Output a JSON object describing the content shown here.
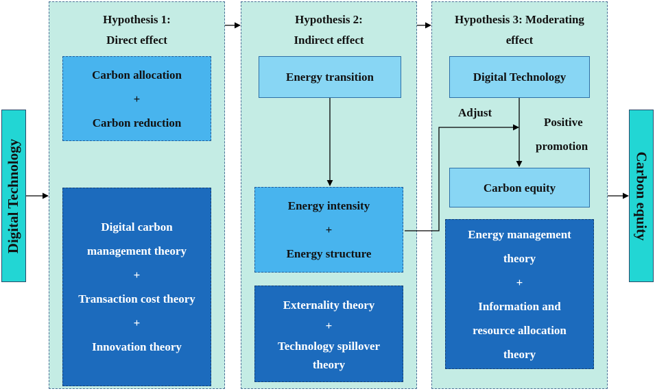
{
  "left_box": {
    "label": "Digital Technology"
  },
  "right_box": {
    "label": "Carbon equity"
  },
  "hypothesis1": {
    "title_line1": "Hypothesis 1:",
    "title_line2": "Direct effect",
    "box_top": {
      "line1": "Carbon allocation",
      "plus": "+",
      "line2": "Carbon reduction"
    },
    "box_theory": {
      "line1": "Digital carbon",
      "line2": "management theory",
      "plus1": "+",
      "line3": "Transaction cost theory",
      "plus2": "+",
      "line4": "Innovation theory"
    }
  },
  "hypothesis2": {
    "title_line1": "Hypothesis 2:",
    "title_line2": "Indirect effect",
    "box_top": {
      "text": "Energy transition"
    },
    "box_mid": {
      "line1": "Energy intensity",
      "plus": "+",
      "line2": "Energy structure"
    },
    "box_theory": {
      "line1": "Externality theory",
      "plus": "+",
      "line2": "Technology spillover",
      "line3": "theory"
    }
  },
  "hypothesis3": {
    "title_line1": "Hypothesis 3: Moderating",
    "title_line2": "effect",
    "box_top": {
      "text": "Digital Technology"
    },
    "label_adjust": "Adjust",
    "label_positive1": "Positive",
    "label_positive2": "promotion",
    "box_equity": {
      "text": "Carbon equity"
    },
    "box_theory": {
      "line1": "Energy management",
      "line2": "theory",
      "plus": "+",
      "line3": "Information and",
      "line4": "resource allocation",
      "line5": "theory"
    }
  },
  "colors": {
    "panel_fill": "#c4ece4",
    "side_fill": "#22d6d4",
    "light_box": "#88d6f4",
    "medium_box": "#48b4ee",
    "dark_box": "#1c6bbd"
  }
}
